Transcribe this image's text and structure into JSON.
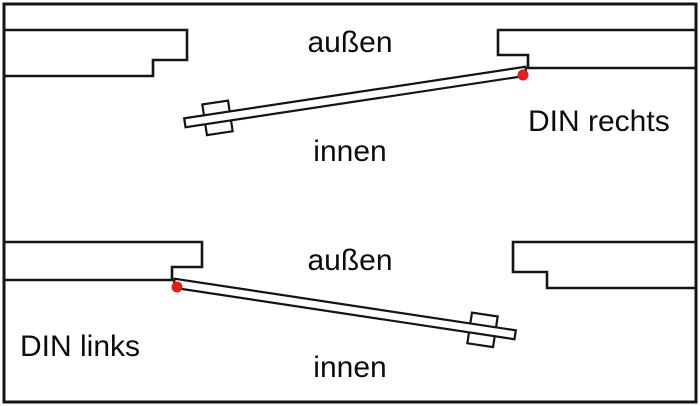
{
  "colors": {
    "line": "#141414",
    "hinge_dot": "#d9231c",
    "background": "#ffffff"
  },
  "sections": {
    "din_rechts": {
      "outside_label": "außen",
      "inside_label": "innen",
      "name_label": "DIN rechts"
    },
    "din_links": {
      "outside_label": "außen",
      "inside_label": "innen",
      "name_label": "DIN links"
    }
  }
}
